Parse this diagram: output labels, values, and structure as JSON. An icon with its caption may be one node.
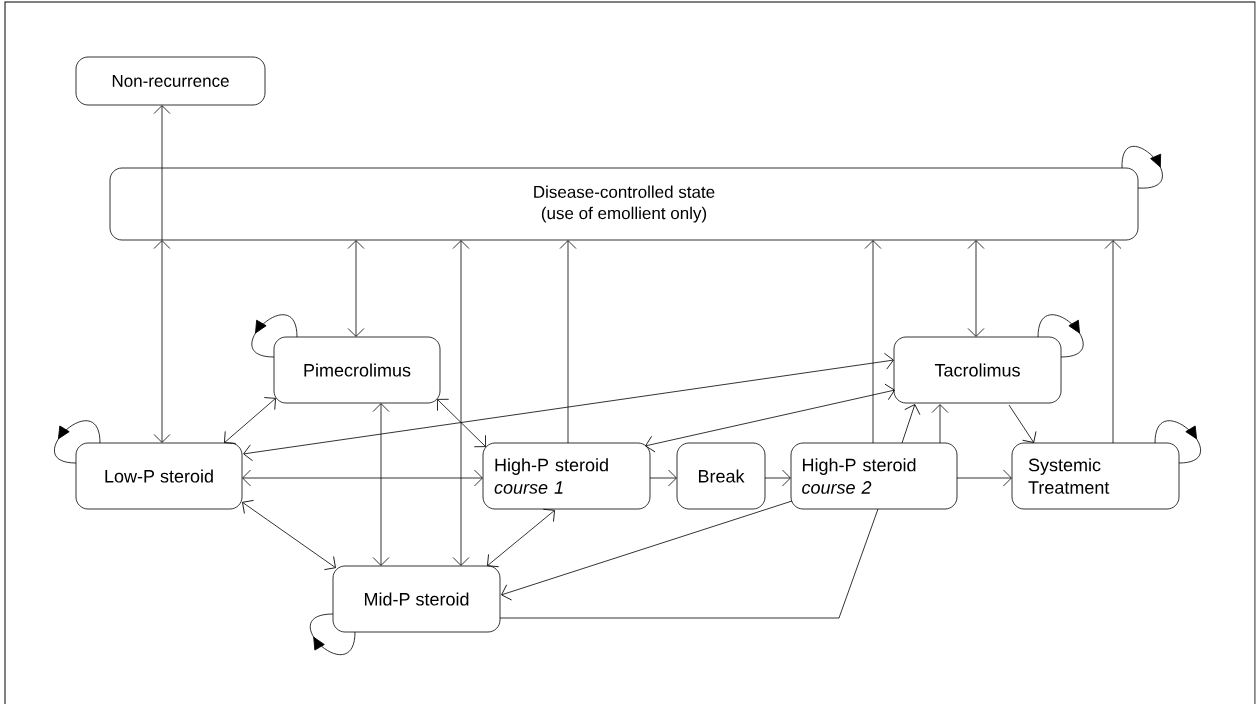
{
  "diagram": {
    "nodes": [
      {
        "text": [
          "Non-recurrence"
        ]
      },
      {
        "text": [
          "Disease-controlled state",
          "(use of emollient only)"
        ]
      },
      {
        "text": [
          "Pimecrolimus"
        ]
      },
      {
        "text": [
          "Tacrolimus"
        ]
      },
      {
        "text": [
          "Low-P steroid"
        ]
      },
      {
        "text": [
          "High-P steroid *course 1*"
        ]
      },
      {
        "text": [
          "Break"
        ]
      },
      {
        "text": [
          "High-P steroid *course 2*"
        ]
      },
      {
        "text": [
          "Systemic Treatment"
        ]
      },
      {
        "text": [
          "Mid-P steroid"
        ]
      }
    ],
    "edges": [
      {
        "from": 1,
        "to": 0,
        "arrow": "to"
      },
      {
        "from": 1,
        "to": 4,
        "arrow": "both"
      },
      {
        "from": 1,
        "to": 2,
        "arrow": "both"
      },
      {
        "from": 1,
        "to": 9,
        "arrow": "both"
      },
      {
        "from": 5,
        "to": 1,
        "arrow": "to"
      },
      {
        "from": 7,
        "to": 1,
        "arrow": "to"
      },
      {
        "from": 1,
        "to": 3,
        "arrow": "both"
      },
      {
        "from": 8,
        "to": 1,
        "arrow": "to"
      },
      {
        "from": 4,
        "to": 2,
        "arrow": "both"
      },
      {
        "from": 4,
        "to": 5,
        "arrow": "both"
      },
      {
        "from": 4,
        "to": 9,
        "arrow": "both"
      },
      {
        "from": 2,
        "to": 9,
        "arrow": "both"
      },
      {
        "from": 2,
        "to": 5,
        "arrow": "both"
      },
      {
        "from": 3,
        "to": 4,
        "arrow": "both"
      },
      {
        "from": 5,
        "to": 3,
        "arrow": "both"
      },
      {
        "from": 5,
        "to": 6,
        "arrow": "to"
      },
      {
        "from": 6,
        "to": 7,
        "arrow": "to"
      },
      {
        "from": 7,
        "to": 8,
        "arrow": "to"
      },
      {
        "from": 9,
        "to": 5,
        "arrow": "both"
      },
      {
        "from": 7,
        "to": 9,
        "arrow": "to"
      },
      {
        "from": 9,
        "to": 7,
        "arrow": "none"
      },
      {
        "from": 7,
        "to": 3,
        "arrow": "to"
      },
      {
        "from": 7,
        "to": 3,
        "arrow": "to"
      },
      {
        "from": 3,
        "to": 8,
        "arrow": "to"
      },
      {
        "from": 1,
        "to": 1,
        "arrow": "to"
      },
      {
        "from": 2,
        "to": 2,
        "arrow": "to"
      },
      {
        "from": 3,
        "to": 3,
        "arrow": "to"
      },
      {
        "from": 4,
        "to": 4,
        "arrow": "to"
      },
      {
        "from": 8,
        "to": 8,
        "arrow": "to"
      },
      {
        "from": 9,
        "to": 9,
        "arrow": "to"
      }
    ]
  }
}
